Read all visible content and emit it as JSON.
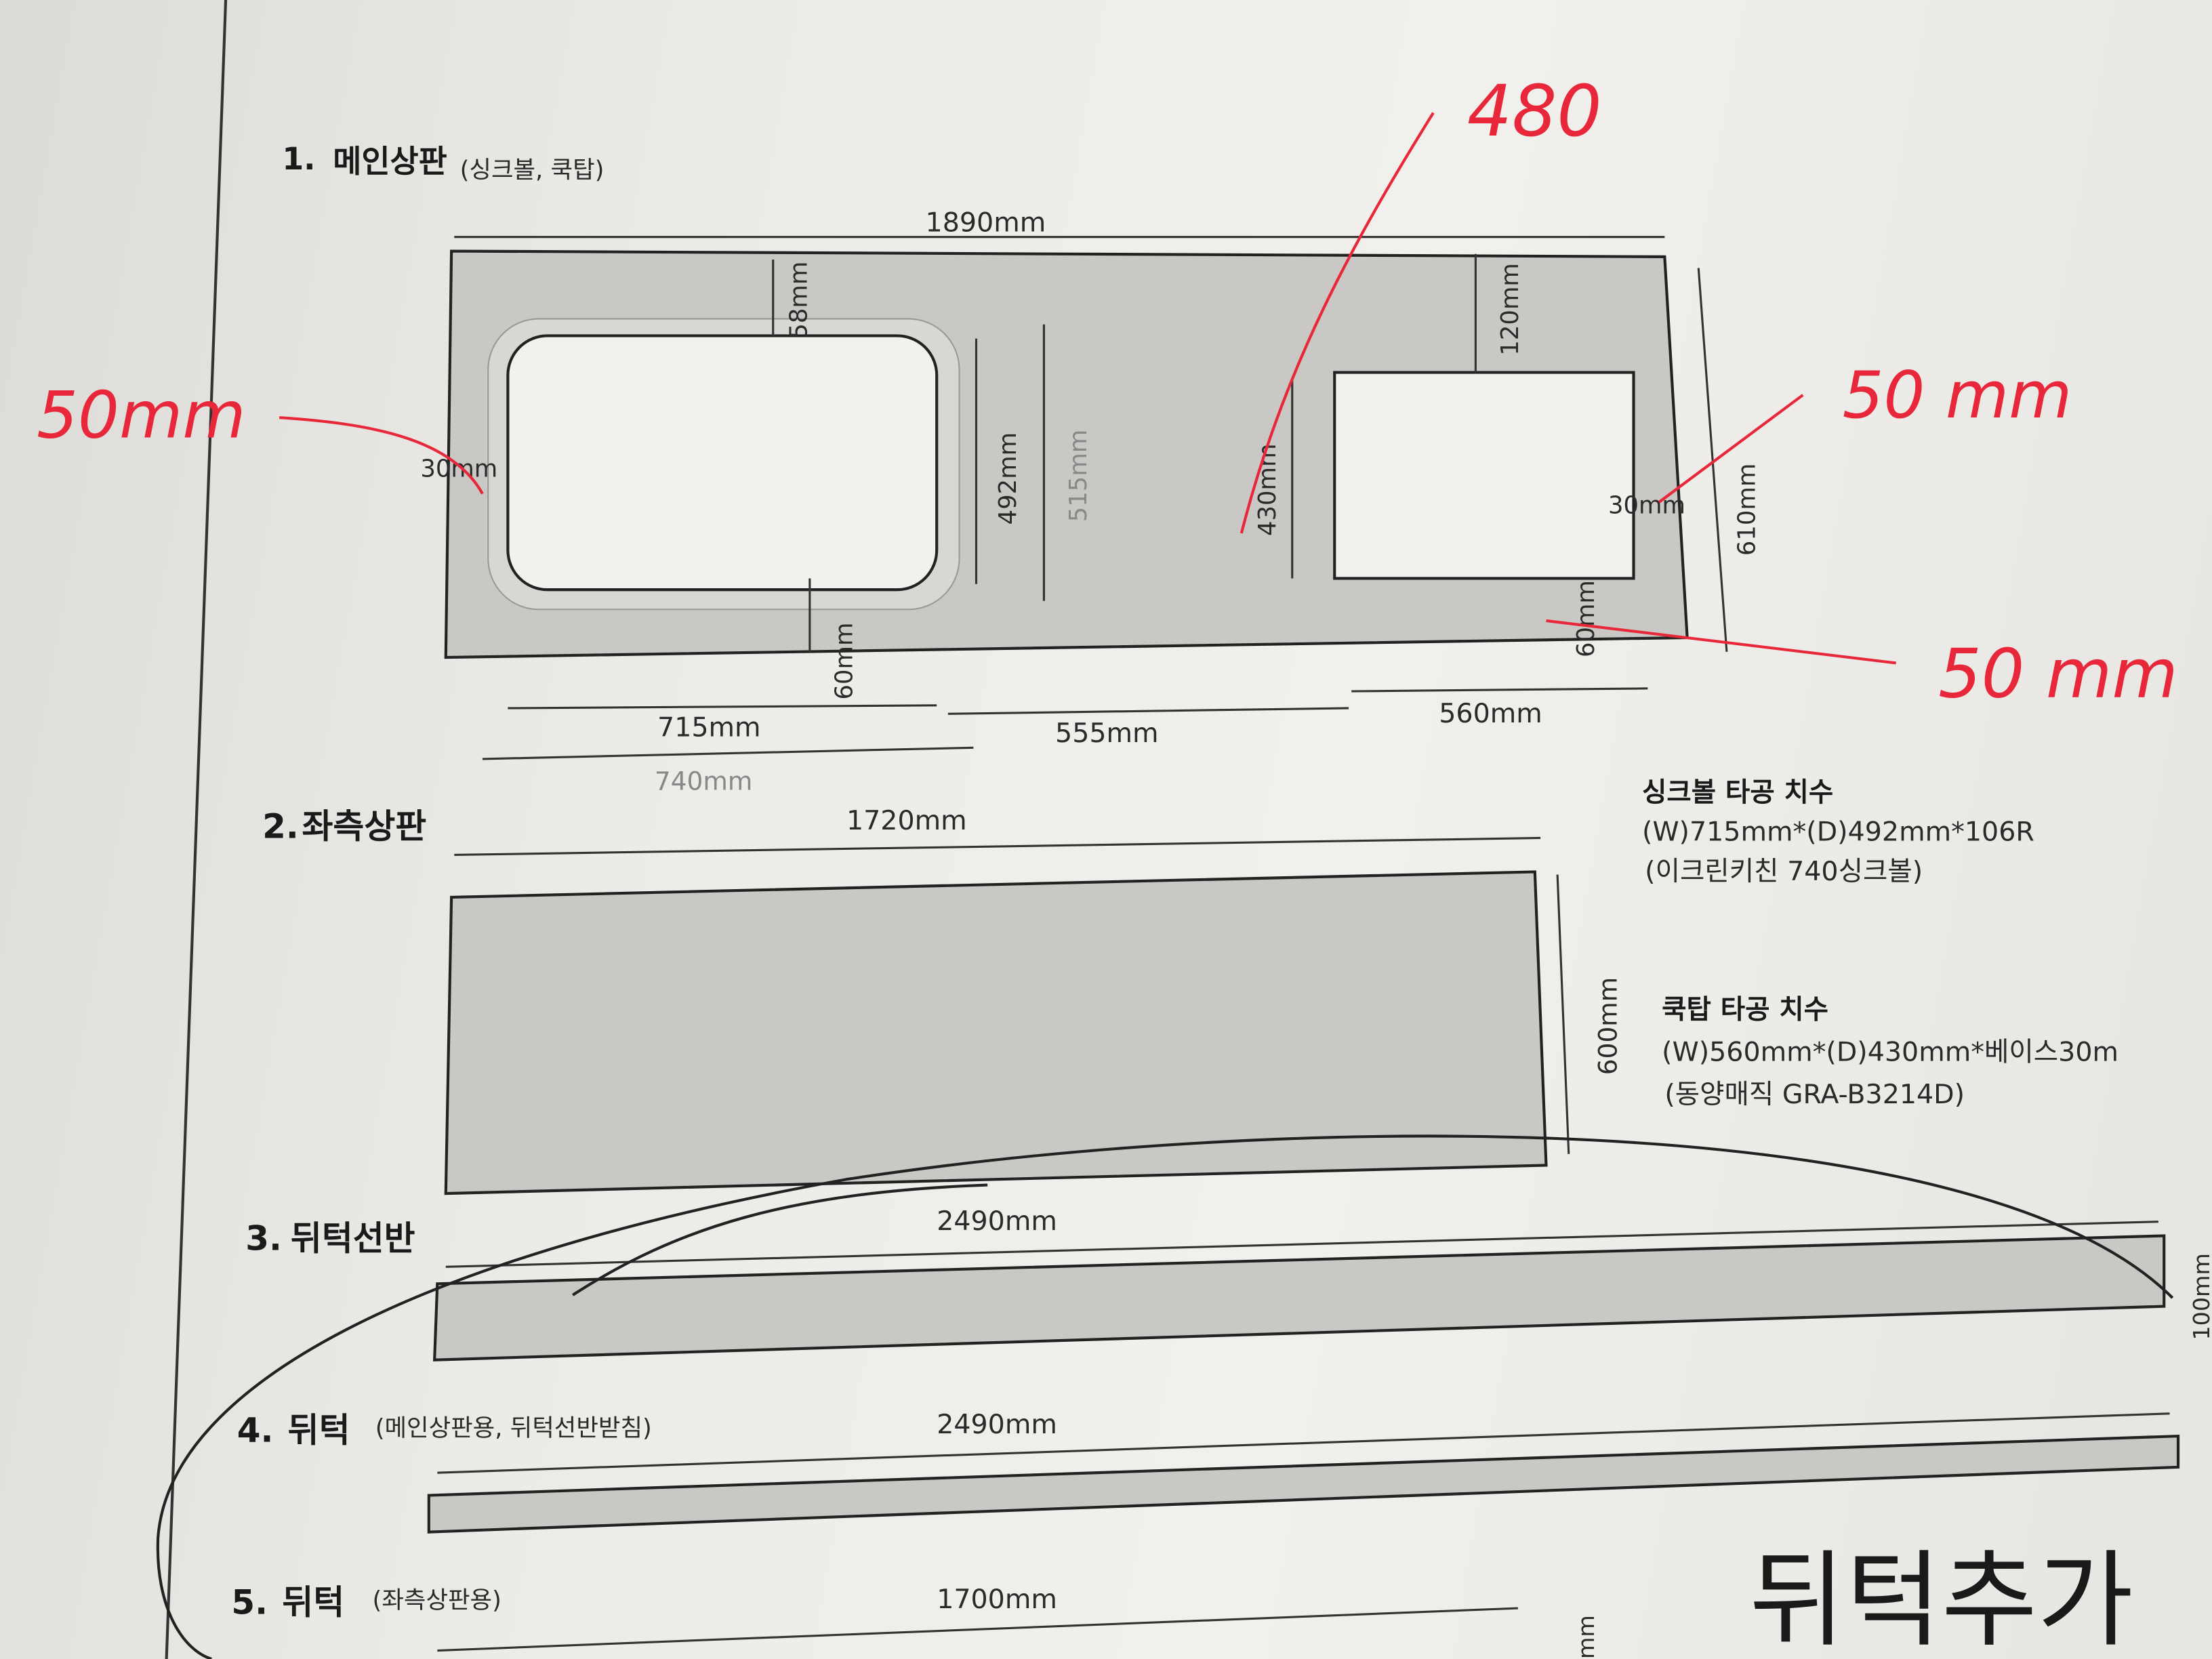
{
  "sections": [
    {
      "number": "1.",
      "title": "메인상판",
      "subtitle": "(싱크볼, 쿡탑)"
    },
    {
      "number": "2.",
      "title": "좌측상판",
      "subtitle": ""
    },
    {
      "number": "3.",
      "title": "뒤턱선반",
      "subtitle": ""
    },
    {
      "number": "4.",
      "title": "뒤턱",
      "subtitle": "(메인상판용, 뒤턱선반받침)"
    },
    {
      "number": "5.",
      "title": "뒤턱",
      "subtitle": "(좌측상판용)"
    }
  ],
  "main_top": {
    "width": "1890mm",
    "sink_top_margin": "58mm",
    "sink_left_margin": "30mm",
    "sink_depth": "492mm",
    "sink_outer_depth": "515mm",
    "sink_bottom_margin": "60mm",
    "sink_width": "715mm",
    "sink_outer_width": "740mm",
    "gap": "555mm",
    "cooktop_top_margin": "120mm",
    "cooktop_depth": "430mm",
    "cooktop_right_margin": "30mm",
    "cooktop_bottom_margin": "60mm",
    "cooktop_width": "560mm",
    "depth": "610mm"
  },
  "left_top": {
    "width": "1720mm",
    "depth": "600mm"
  },
  "shelf": {
    "width": "2490mm",
    "depth": "100mm"
  },
  "backsplash_main": {
    "width": "2490mm"
  },
  "backsplash_left": {
    "width": "1700mm",
    "depth": "mm"
  },
  "notes": {
    "sink_title": "싱크볼 타공 치수",
    "sink_dims": "(W)715mm*(D)492mm*106R",
    "sink_model": "(이크린키친 740싱크볼)",
    "cooktop_title": "쿡탑 타공 치수",
    "cooktop_dims": "(W)560mm*(D)430mm*베이스30m",
    "cooktop_model": "(동양매직 GRA-B3214D)"
  },
  "annotations": {
    "red_480": "480",
    "red_50_left": "50mm",
    "red_50_right": "50 mm",
    "red_50_bottom": "50 mm",
    "handwriting": "뒤턱추가"
  },
  "colors": {
    "red_ink": "#e8283a",
    "panel": "#c9c8c5"
  }
}
